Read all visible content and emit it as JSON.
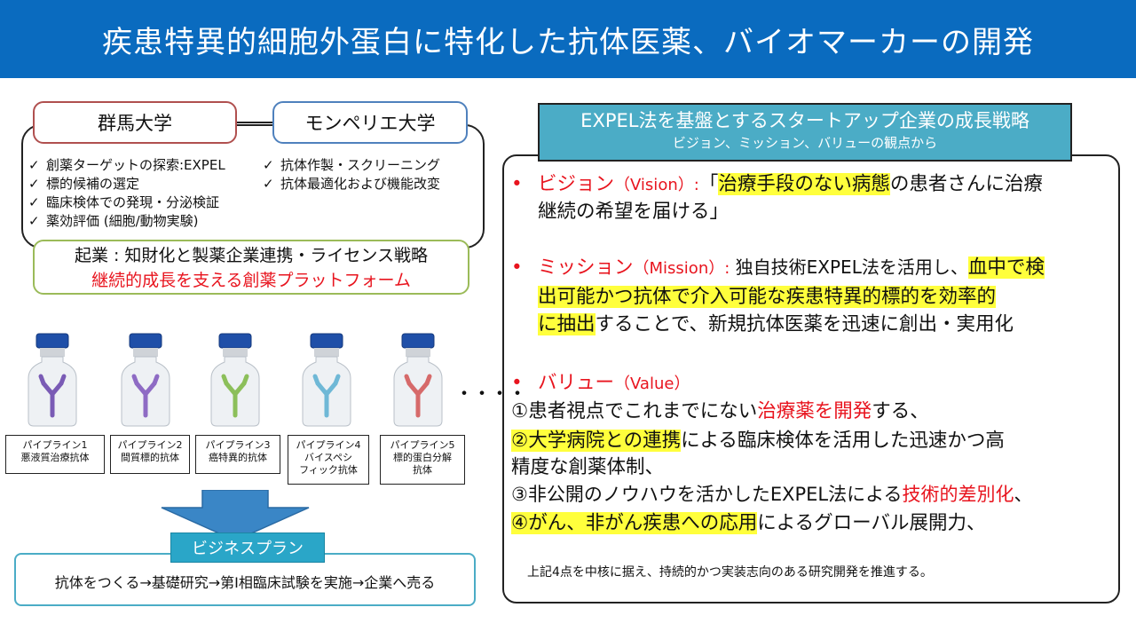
{
  "title": "疾患特異的細胞外蛋白に特化した抗体医薬、バイオマーカーの開発",
  "universities": {
    "left": "群馬大学",
    "right": "モンペリエ大学"
  },
  "tasks_left": [
    "創薬ターゲットの探索:EXPEL",
    "標的候補の選定",
    "臨床検体での発現・分泌検証",
    "薬効評価 (細胞/動物実験)"
  ],
  "tasks_right": [
    "抗体作製・スクリーニング",
    "抗体最適化および機能改変"
  ],
  "startup": {
    "line1": "起業 : 知財化と製薬企業連携・ライセンス戦略",
    "line2": "継続的成長を支える創薬プラットフォーム"
  },
  "pipelines": [
    {
      "line1": "パイプライン1",
      "line2": "悪液質治療抗体",
      "line3": ""
    },
    {
      "line1": "パイプライン2",
      "line2": "間質標的抗体",
      "line3": ""
    },
    {
      "line1": "パイプライン3",
      "line2": "癌特異的抗体",
      "line3": ""
    },
    {
      "line1": "パイプライン4",
      "line2": "バイスペシ",
      "line3": "フィック抗体"
    },
    {
      "line1": "パイプライン5",
      "line2": "標的蛋白分解",
      "line3": "抗体"
    }
  ],
  "ellipsis": "・・・・",
  "vial_colors": [
    "#7a5bb5",
    "#8e6bc4",
    "#8cbf5a",
    "#6fb8d6",
    "#d66a6a"
  ],
  "business_plan": {
    "label": "ビジネスプラン",
    "text": "抗体をつくる→基礎研究→第I相臨床試験を実施→企業へ売る"
  },
  "strategy": {
    "title": "EXPEL法を基盤とするスタートアップ企業の成長戦略",
    "subtitle": "ビジョン、ミッション、バリューの観点から",
    "vision": {
      "head": "ビジョン",
      "head_en": "（Vision）:",
      "q_open": "「",
      "hl": "治療手段のない病態",
      "rest1": "の患者さんに治療",
      "line2": "継続の希望を届ける」"
    },
    "mission": {
      "head": "ミッション",
      "head_en": "（Mission）:",
      "text1": " 独自技術EXPEL法を活用し、",
      "hl1": "血中で検",
      "hl2": "出可能かつ抗体で介入可能な疾患特異的標的を効率的",
      "hl3": "に抽出",
      "text2": "することで、新規抗体医薬を迅速に創出・実用化"
    },
    "value": {
      "head": "バリュー",
      "head_en": "（Value）",
      "v1_a": "①患者視点でこれまでにない",
      "v1_red": "治療薬を開発",
      "v1_b": "する、",
      "v2_num": "②",
      "v2_hl": "大学病院との連携",
      "v2_b": "による臨床検体を活用した迅速かつ高",
      "v2_c": "精度な創薬体制、",
      "v3_a": "③非公開のノウハウを活かしたEXPEL法による",
      "v3_red": "技術的差別化",
      "v3_b": "、",
      "v4_num": "④",
      "v4_hl": "がん、非がん疾患への応用",
      "v4_b": "によるグローバル展開力、"
    },
    "summary": "上記4点を中核に据え、持続的かつ実装志向のある研究開発を推進する。"
  }
}
